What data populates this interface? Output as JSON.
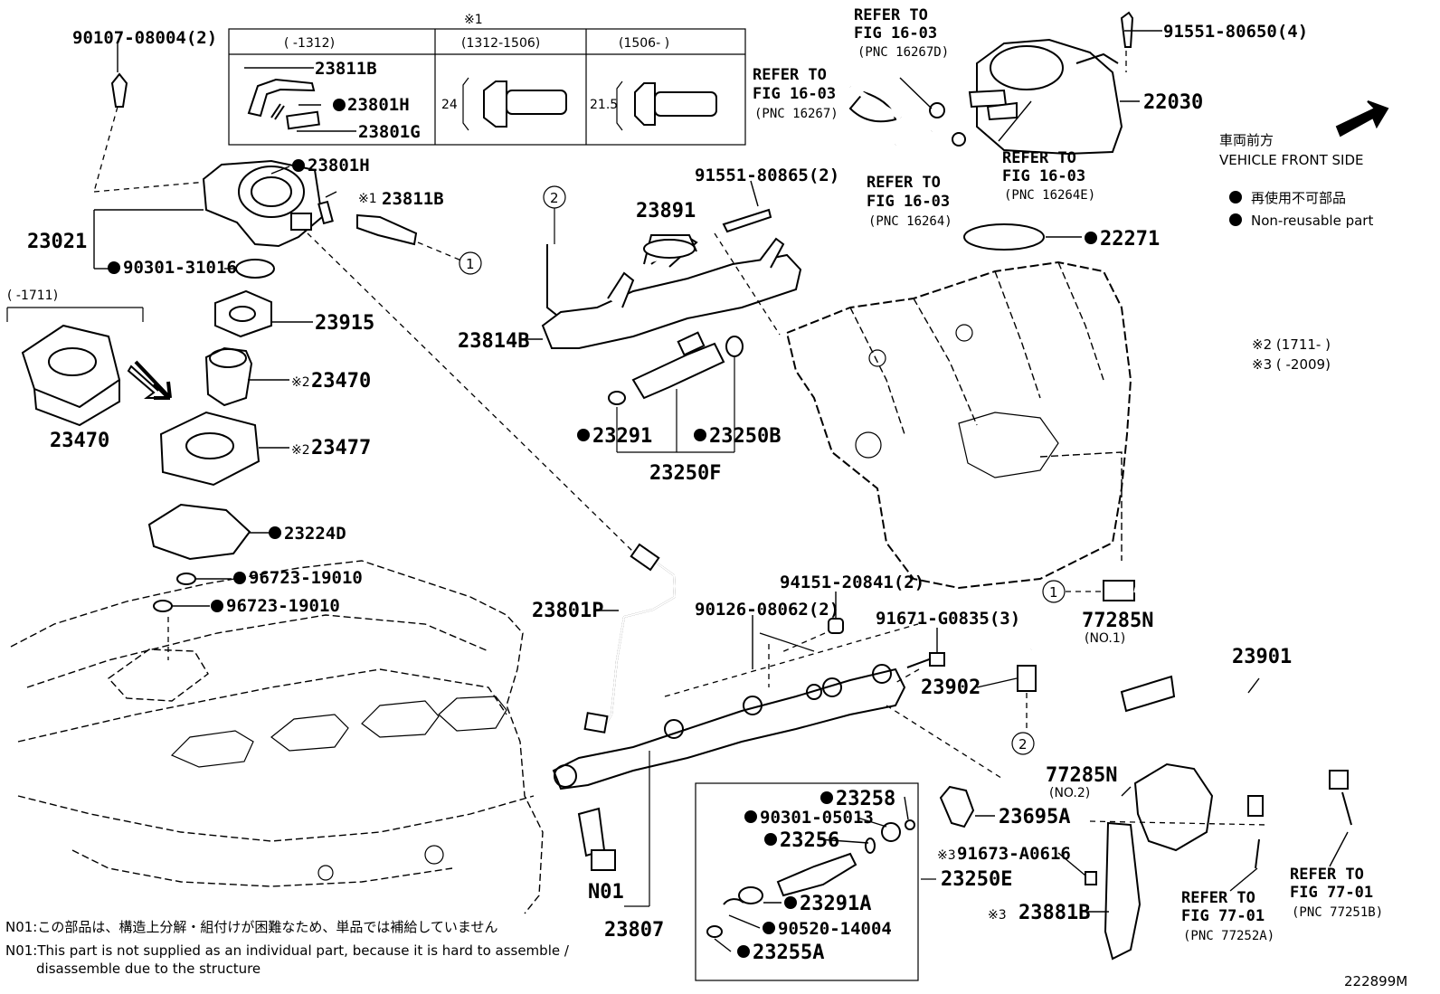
{
  "labels": {
    "l01": "90107-08004(2)",
    "l02": "23811B",
    "l03": "23801H",
    "l04": "23801G",
    "l05": "23801H",
    "l06": "23811B",
    "l07": "23021",
    "l08": "90301-31016",
    "l09": "23915",
    "l10": "23470",
    "l11": "23470",
    "l12": "23477",
    "l13": "23224D",
    "l14": "96723-19010",
    "l15": "96723-19010",
    "l16": "23891",
    "l17": "91551-80865(2)",
    "l18": "23814B",
    "l19": "23291",
    "l20": "23250B",
    "l21": "23250F",
    "l22": "91551-80650(4)",
    "l23": "22030",
    "l24": "22271",
    "l25": "23801P",
    "l26": "90126-08062(2)",
    "l27": "94151-20841(2)",
    "l28": "91671-G0835(3)",
    "l29": "23902",
    "l30": "77285N",
    "l31": "(NO.1)",
    "l32": "23901",
    "l33": "77285N",
    "l34": "(NO.2)",
    "l35": "23695A",
    "l36": "23258",
    "l37": "90301-05013",
    "l38": "23256",
    "l39": "23250E",
    "l40": "23291A",
    "l41": "90520-14004",
    "l42": "23255A",
    "l43": "91673-A0616",
    "l44": "23881B",
    "l45": "N01",
    "l46": "23807",
    "l47": "24",
    "l48": "21.5"
  },
  "refs": {
    "r1a": "REFER TO",
    "r1b": "FIG 16-03",
    "r1c": "(PNC 16267D)",
    "r2a": "REFER TO",
    "r2b": "FIG 16-03",
    "r2c": "(PNC 16267)",
    "r3a": "REFER TO",
    "r3b": "FIG 16-03",
    "r3c": "(PNC 16264E)",
    "r4a": "REFER TO",
    "r4b": "FIG 16-03",
    "r4c": "(PNC 16264)",
    "r5a": "REFER TO",
    "r5b": "FIG 77-01",
    "r5c": "(PNC 77252A)",
    "r6a": "REFER TO",
    "r6b": "FIG 77-01",
    "r6c": "(PNC 77251B)"
  },
  "table": {
    "mark": "※1",
    "col1": "(    -1312)",
    "col2": "(1312-1506)",
    "col3": "(1506-     )"
  },
  "marks": {
    "m1": "※1",
    "m2a": "※2",
    "m2b": "※2",
    "m3a": "※3",
    "m3b": "※3",
    "range1711": "(      -1711)",
    "legend2": "※2 (1711-     )",
    "legend3": "※3 (       -2009)"
  },
  "circles": {
    "c1": "1",
    "c2": "2"
  },
  "legend": {
    "front_jp": "車両前方",
    "front_en": "VEHICLE FRONT SIDE",
    "nonreuse_jp": "再使用不可部品",
    "nonreuse_en": "Non-reusable part"
  },
  "notes": {
    "jp": "N01:この部品は、構造上分解・組付けが困難なため、単品では補給していません",
    "en1": "N01:This part is not supplied as an individual part, because it is hard to assemble /",
    "en2": "disassemble due to the structure"
  },
  "fig_id": "222899M"
}
